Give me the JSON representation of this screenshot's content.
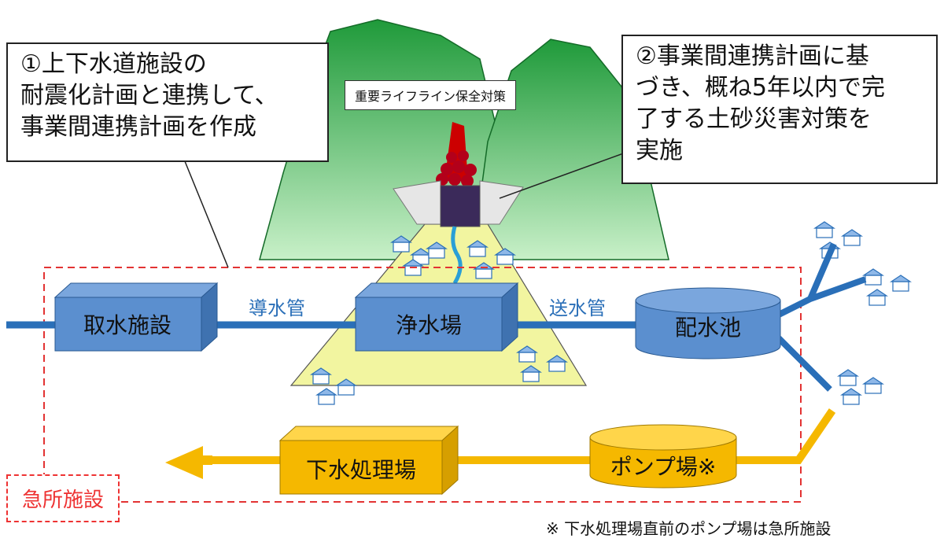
{
  "callout_left": {
    "lines": [
      "①上下水道施設の",
      "耐震化計画と連携して、",
      "事業間連携計画を作成"
    ]
  },
  "callout_right": {
    "lines": [
      "②事業間連携計画に基",
      "づき、概ね5年以内で完",
      "了する土砂災害対策を",
      "実施"
    ]
  },
  "sign": "重要ライフライン保全対策",
  "facilities": {
    "intake": "取水施設",
    "treatment": "浄水場",
    "reservoir": "配水池",
    "sewage": "下水処理場",
    "pump": "ポンプ場※"
  },
  "pipes": {
    "conveyance": "導水管",
    "transmission": "送水管"
  },
  "urgent_label": "急所施設",
  "footnote": "※ 下水処理場直前のポンプ場は急所施設",
  "colors": {
    "water_blue": "#5b8fcf",
    "pipe_blue": "#2a6fb8",
    "sewage_orange": "#f5b800",
    "mountain_green": "#33c256",
    "fan_yellow": "#f2f5a0",
    "dashed_red": "#e33333"
  }
}
